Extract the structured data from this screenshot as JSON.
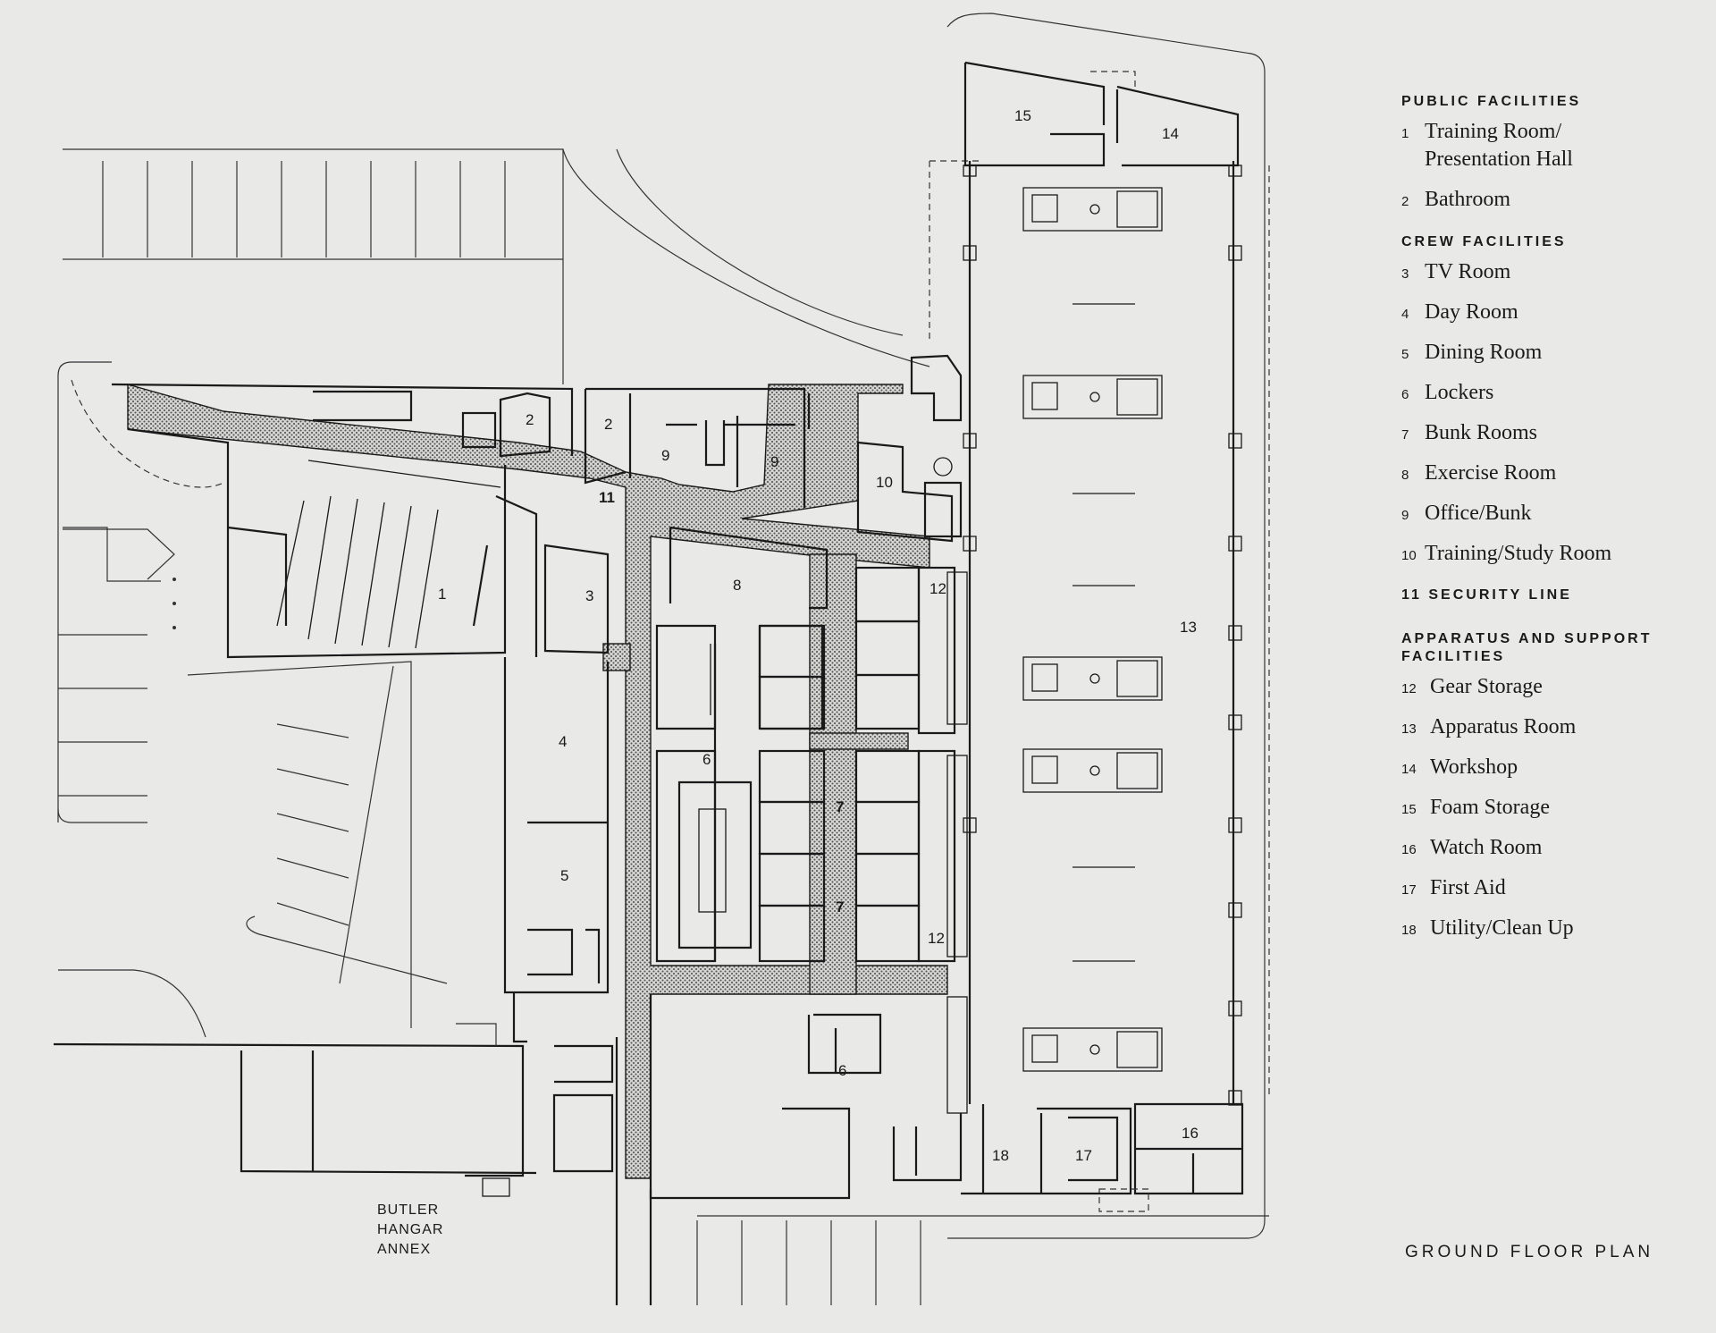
{
  "plan": {
    "annex_label": [
      "BUTLER",
      "HANGAR",
      "ANNEX"
    ],
    "room_numbers": {
      "r1": "1",
      "r2a": "2",
      "r2b": "2",
      "r3": "3",
      "r4": "4",
      "r5": "5",
      "r6a": "6",
      "r6b": "6",
      "r7a": "7",
      "r7b": "7",
      "r8": "8",
      "r9a": "9",
      "r9b": "9",
      "r10": "10",
      "r11": "11",
      "r12a": "12",
      "r12b": "12",
      "r13": "13",
      "r14": "14",
      "r15": "15",
      "r16": "16",
      "r17": "17",
      "r18": "18"
    }
  },
  "legend": {
    "public": {
      "heading": "PUBLIC FACILITIES",
      "items": [
        {
          "num": "1",
          "label": "Training Room/ Presentation Hall"
        },
        {
          "num": "2",
          "label": "Bathroom"
        }
      ]
    },
    "crew": {
      "heading": "CREW FACILITIES",
      "items": [
        {
          "num": "3",
          "label": "TV Room"
        },
        {
          "num": "4",
          "label": "Day Room"
        },
        {
          "num": "5",
          "label": "Dining Room"
        },
        {
          "num": "6",
          "label": "Lockers"
        },
        {
          "num": "7",
          "label": "Bunk Rooms"
        },
        {
          "num": "8",
          "label": "Exercise Room"
        },
        {
          "num": "9",
          "label": "Office/Bunk"
        },
        {
          "num": "10",
          "label": "Training/Study Room"
        }
      ]
    },
    "security_line": "11 SECURITY LINE",
    "apparatus": {
      "heading": "APPARATUS AND SUPPORT FACILITIES",
      "items": [
        {
          "num": "12",
          "label": "Gear Storage"
        },
        {
          "num": "13",
          "label": "Apparatus Room"
        },
        {
          "num": "14",
          "label": "Workshop"
        },
        {
          "num": "15",
          "label": "Foam Storage"
        },
        {
          "num": "16",
          "label": "Watch Room"
        },
        {
          "num": "17",
          "label": "First Aid"
        },
        {
          "num": "18",
          "label": "Utility/Clean Up"
        }
      ]
    }
  },
  "title": "GROUND FLOOR PLAN"
}
